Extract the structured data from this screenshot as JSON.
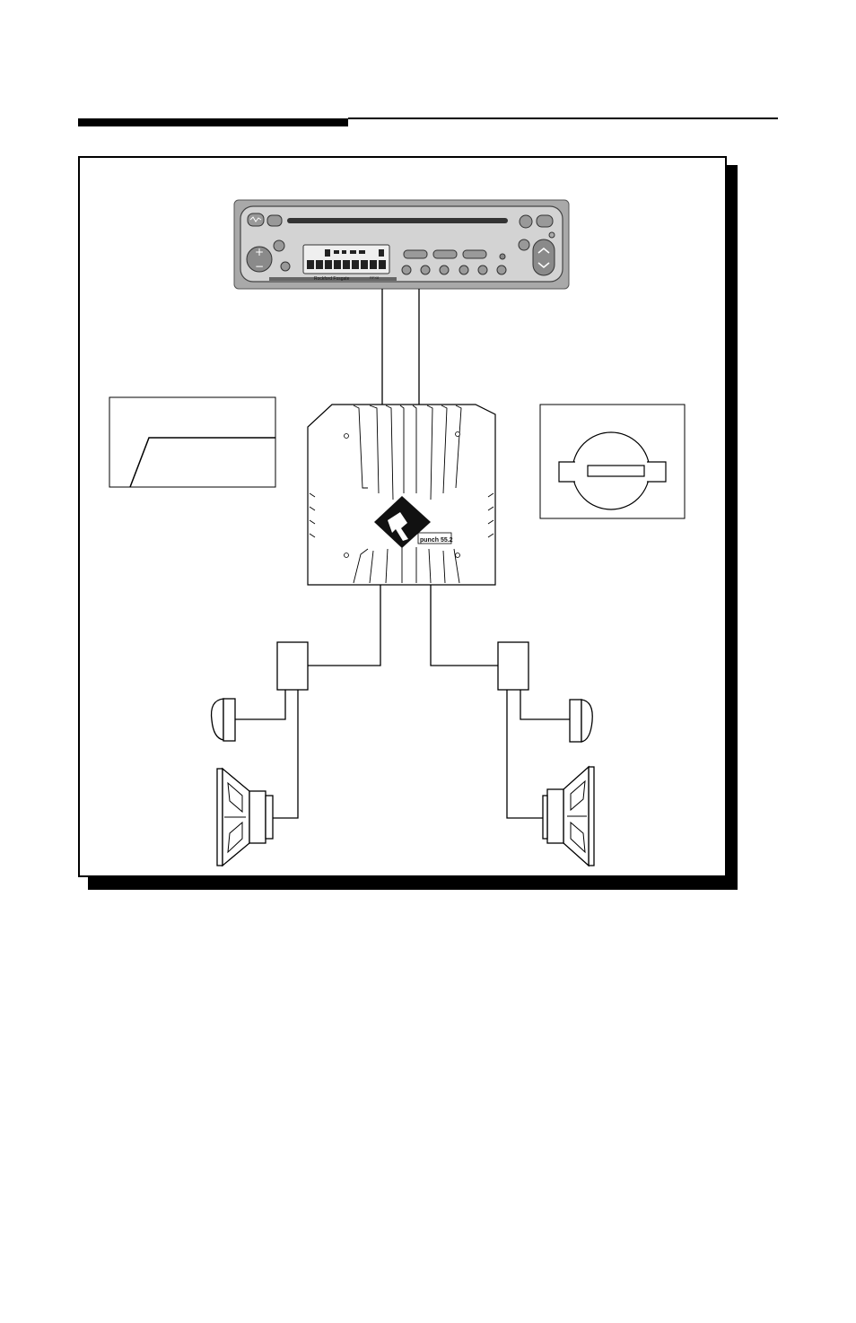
{
  "header_rule": {
    "thick_color": "#000000",
    "thin_color": "#000000"
  },
  "head_unit": {
    "brand": "Rockford Fosgate",
    "model": "RFX8",
    "body_color": "#a9a9a9",
    "face_color": "#d6d6d6"
  },
  "amplifier": {
    "badge": "punch 55.2",
    "logo": "rockford-r-logo"
  },
  "crossover_graph": {
    "type": "high-pass-curve"
  },
  "gain_control": {
    "type": "rotary-switch"
  },
  "speakers": {
    "left": [
      "tweeter",
      "woofer"
    ],
    "right": [
      "tweeter",
      "woofer"
    ]
  }
}
